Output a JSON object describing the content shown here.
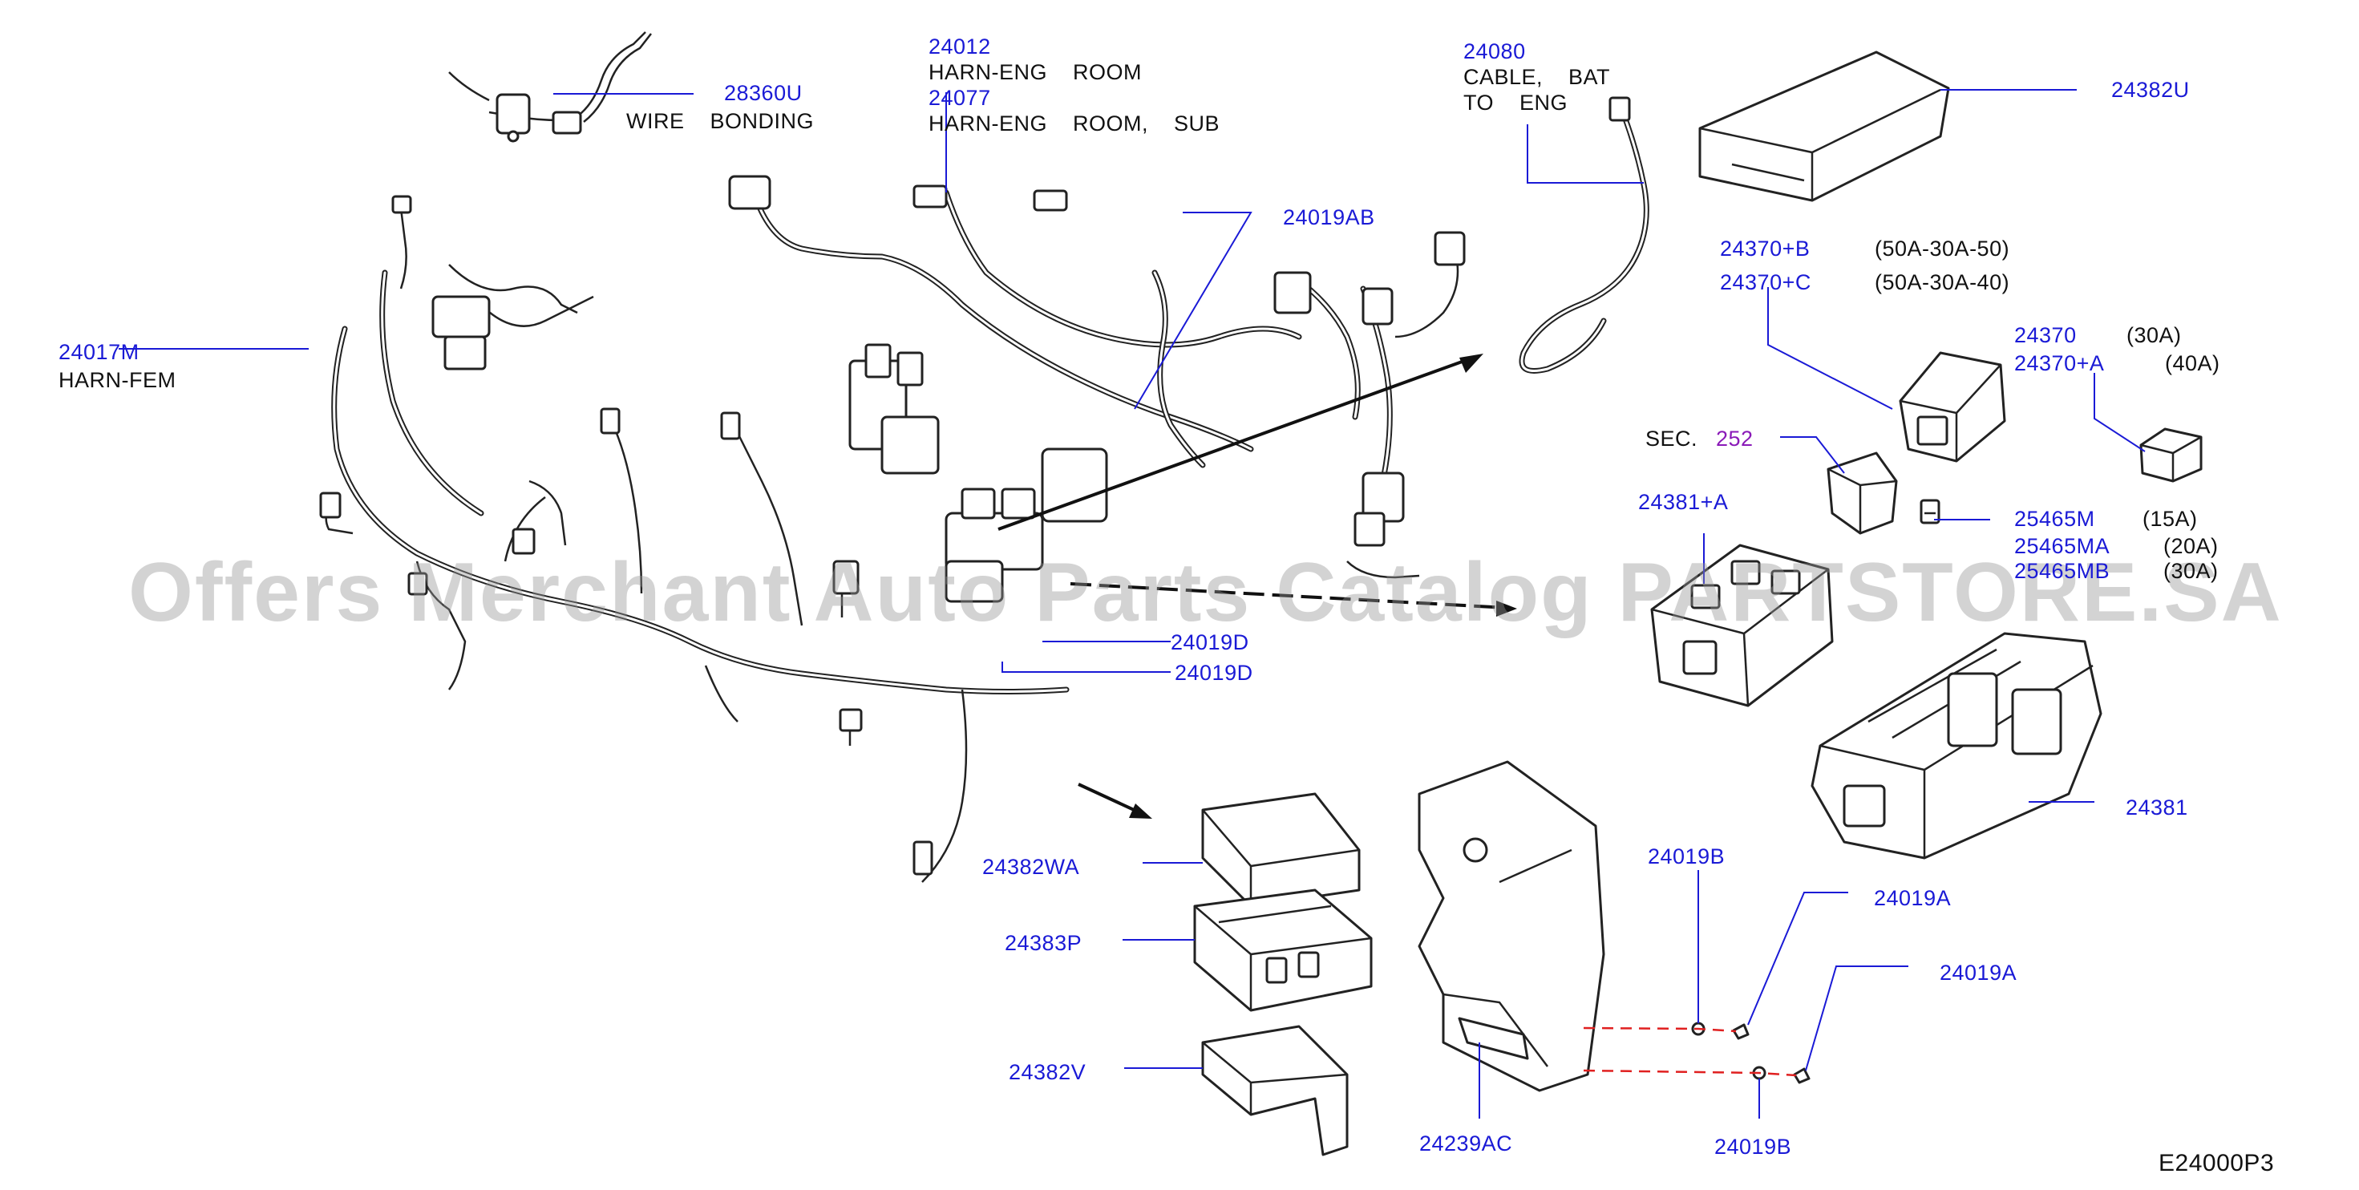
{
  "diagram_code": "E24000P3",
  "watermark": "Offers Merchant Auto Parts Catalog PARTSTORE.SA",
  "callouts": {
    "p28360U": "28360U",
    "wire_bonding": "WIRE    BONDING",
    "p24012": "24012",
    "harn_eng_room": "HARN-ENG    ROOM",
    "p24077": "24077",
    "harn_eng_room_sub": "HARN-ENG    ROOM,    SUB",
    "p24080": "24080",
    "cable_bat": "CABLE,    BAT",
    "to_eng": "TO    ENG",
    "p24382U": "24382U",
    "p24019AB": "24019AB",
    "p24017M": "24017M",
    "harn_fem": "HARN-FEM",
    "p24370B": "24370+B",
    "p24370B_rating": "(50A-30A-50)",
    "p24370C": "24370+C",
    "p24370C_rating": "(50A-30A-40)",
    "p24370": "24370",
    "p24370_rating": "(30A)",
    "p24370A": "24370+A",
    "p24370A_rating": "(40A)",
    "sec_label": "SEC.",
    "sec_num": "252",
    "p24381A": "24381+A",
    "p25465M": "25465M",
    "p25465M_rating": "(15A)",
    "p25465MA": "25465MA",
    "p25465MA_rating": "(20A)",
    "p25465MB": "25465MB",
    "p25465MB_rating": "(30A)",
    "p24019D_a": "24019D",
    "p24019D_b": "24019D",
    "p24381": "24381",
    "p24019B_top": "24019B",
    "p24019A_1": "24019A",
    "p24019A_2": "24019A",
    "p24382WA": "24382WA",
    "p24383P": "24383P",
    "p24382V": "24382V",
    "p24239AC": "24239AC",
    "p24019B_bottom": "24019B"
  }
}
